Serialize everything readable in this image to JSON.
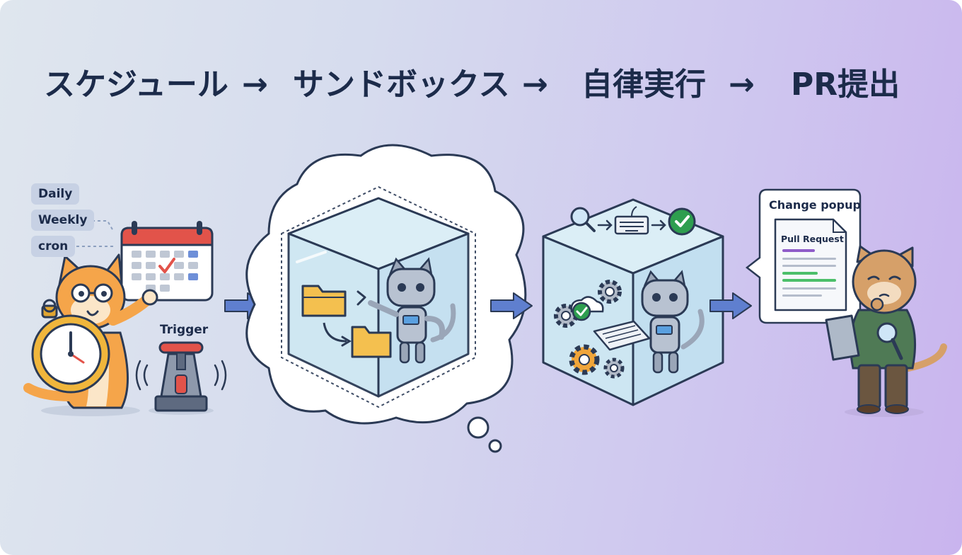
{
  "title": {
    "step1": "スケジュール",
    "step2": "サンドボックス",
    "step3": "自律実行",
    "step4": "PR提出",
    "arrow": "→"
  },
  "schedule": {
    "tags": [
      "Daily",
      "Weekly",
      "cron"
    ],
    "trigger_label": "Trigger"
  },
  "pr": {
    "popup_label": "Change popup",
    "card_label": "Pull Request"
  },
  "colors": {
    "title_text": "#1c2b4a",
    "flow_arrow": "#5f7fcf",
    "calendar_red": "#e2534a",
    "folder_yellow": "#f4c04f",
    "check_green": "#2e9e4f",
    "pr_purple": "#8f5cc9",
    "pr_green": "#4cbf6a"
  }
}
